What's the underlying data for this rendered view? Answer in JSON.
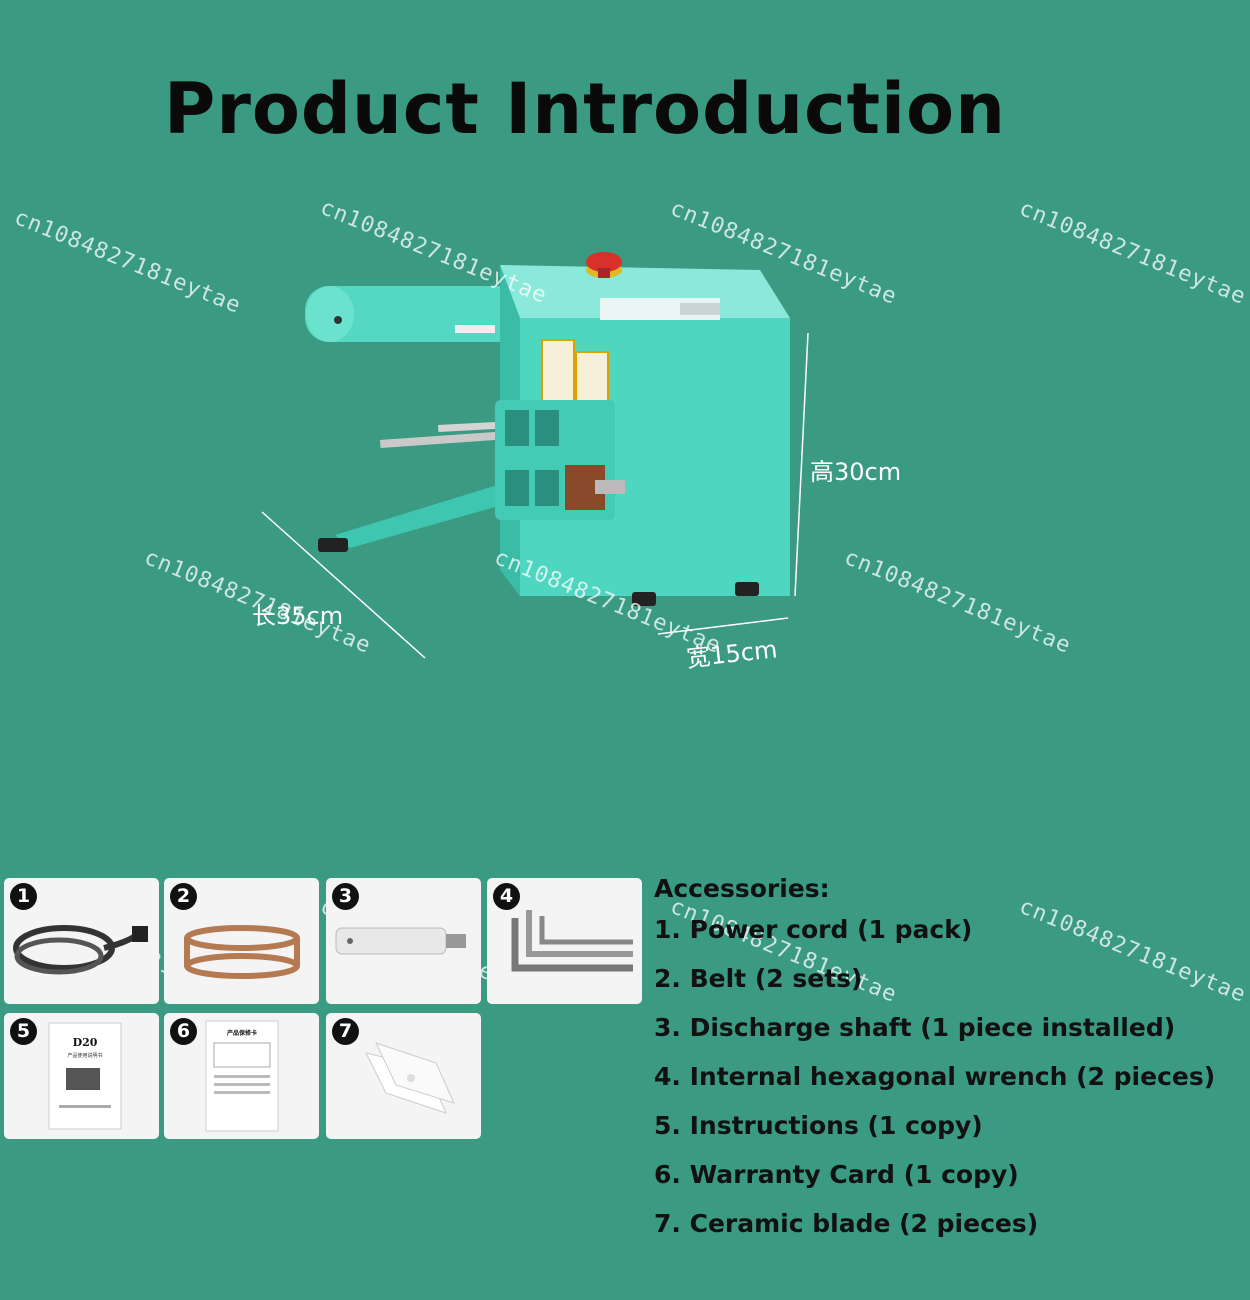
{
  "title": "Product Introduction",
  "dimensions": {
    "height": "高30cm",
    "length": "长35cm",
    "width": "宽15cm"
  },
  "watermark": "cn1084827181eytae",
  "accessories": {
    "heading": "Accessories:",
    "items": [
      "1. Power cord (1 pack)",
      "2. Belt (2 sets)",
      "3. Discharge shaft (1 piece installed)",
      "4. Internal hexagonal wrench (2 pieces)",
      "5. Instructions (1 copy)",
      "6. Warranty Card (1 copy)",
      "7. Ceramic blade (2 pieces)"
    ],
    "tile_numbers": [
      "1",
      "2",
      "3",
      "4",
      "5",
      "6",
      "7"
    ],
    "tile_icons": [
      "power-cord-icon",
      "belt-icon",
      "discharge-shaft-icon",
      "hex-wrench-icon",
      "instruction-manual-icon",
      "warranty-card-icon",
      "ceramic-blade-icon"
    ]
  },
  "manual_cover": {
    "model": "D20",
    "subtitle": "产品使用说明书"
  },
  "warranty_cover": {
    "title": "产品保修卡"
  },
  "colors": {
    "background": "#3a9a82",
    "machine_body": "#4fd6c0",
    "tile": "#f4f4f4",
    "estop_red": "#d8302a"
  }
}
